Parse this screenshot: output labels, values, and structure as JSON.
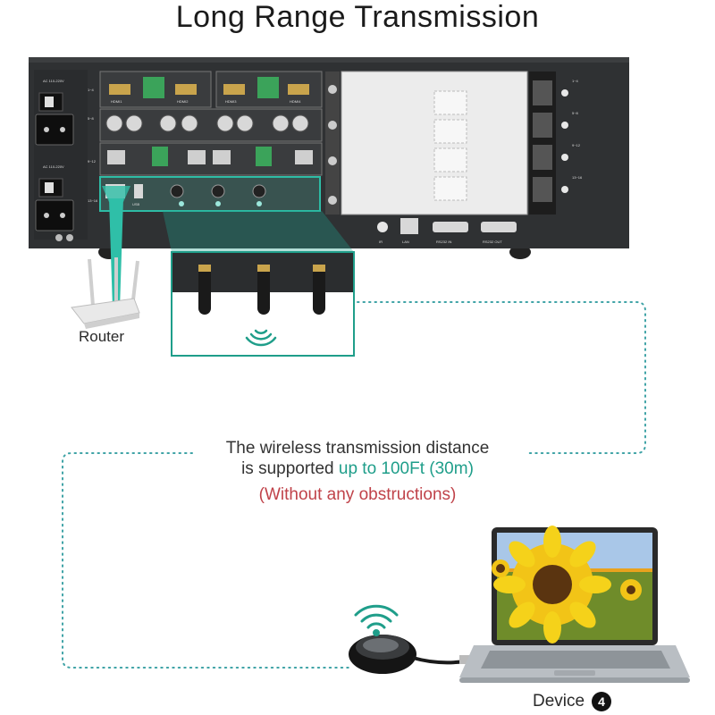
{
  "title": "Long Range Transmission",
  "caption": {
    "line1": "The wireless transmission distance",
    "line2_prefix": "is supported ",
    "line2_highlight": "up to 100Ft (30m)",
    "line3": "(Without any obstructions)"
  },
  "labels": {
    "router": "Router",
    "device": "Device",
    "device_number": "4"
  },
  "chassis": {
    "power_label_1": "AC 110-220V",
    "power_label_2": "AC 110-220V",
    "slot_labels": [
      "1~4",
      "5~8",
      "9~12",
      "13~16"
    ],
    "right_slot_labels": [
      "1~4",
      "5~8",
      "9~12",
      "13~16"
    ],
    "bottom_ports": [
      "IR",
      "LAN",
      "RS232 IN",
      "RS232 OUT"
    ],
    "hdmi_labels": [
      "HDMI1",
      "HDMI2",
      "HDMI3",
      "HDMI4"
    ],
    "usb_label": "USB"
  },
  "colors": {
    "accent_teal": "#1f9e8a",
    "highlight_red": "#c0434a",
    "chassis_dark": "#2f3133",
    "dotted_line": "#3fa3a6"
  },
  "icons": [
    "wifi-icon",
    "router-icon",
    "antenna-icon",
    "laptop-icon",
    "dongle-icon"
  ]
}
